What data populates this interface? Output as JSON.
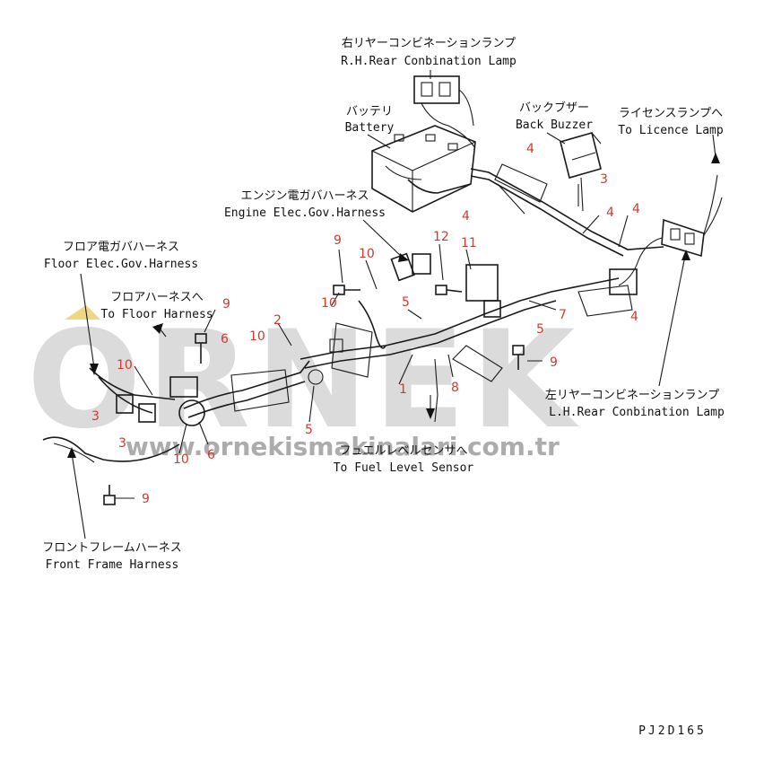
{
  "diagram": {
    "code": "PJ2D165",
    "labels": {
      "rh_rear_lamp_jp": "右リヤーコンビネーションランプ",
      "rh_rear_lamp_en": "R.H.Rear Conbination Lamp",
      "battery_jp": "バッテリ",
      "battery_en": "Battery",
      "back_buzzer_jp": "バックブザー",
      "back_buzzer_en": "Back Buzzer",
      "licence_lamp_jp": "ライセンスランプへ",
      "licence_lamp_en": "To Licence Lamp",
      "engine_harness_jp": "エンジン電ガバハーネス",
      "engine_harness_en": "Engine Elec.Gov.Harness",
      "floor_elec_jp": "フロア電ガバハーネス",
      "floor_elec_en": "Floor Elec.Gov.Harness",
      "floor_harness_jp": "フロアハーネスへ",
      "floor_harness_en": "To Floor Harness",
      "lh_rear_lamp_jp": "左リヤーコンビネーションランプ",
      "lh_rear_lamp_en": "L.H.Rear Conbination Lamp",
      "fuel_sensor_jp": "フュエルレベルセンサへ",
      "fuel_sensor_en": "To Fuel Level Sensor",
      "front_frame_jp": "フロントフレームハーネス",
      "front_frame_en": "Front Frame Harness"
    },
    "callouts": {
      "c1": "1",
      "c2": "2",
      "c3": "3",
      "c4": "4",
      "c5": "5",
      "c6": "6",
      "c7": "7",
      "c8": "8",
      "c9": "9",
      "c10": "10",
      "c11": "11",
      "c12": "12"
    },
    "watermark": {
      "brand": "ORNEK",
      "url": "www.ornekismakinalari.com.tr"
    }
  }
}
